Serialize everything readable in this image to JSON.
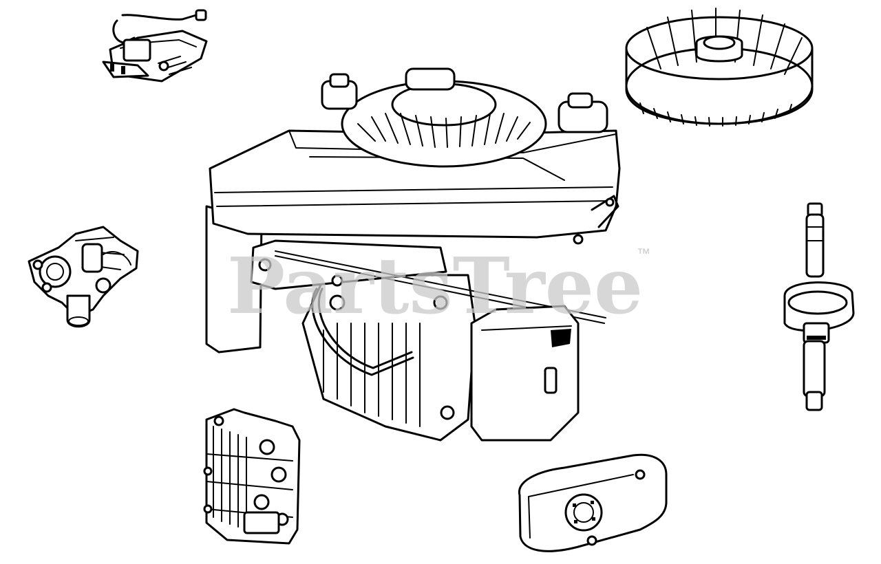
{
  "diagram": {
    "parts": [
      {
        "id": "ignition-armature",
        "label": ""
      },
      {
        "id": "carburetor",
        "label": ""
      },
      {
        "id": "cylinder-head",
        "label": ""
      },
      {
        "id": "engine-block",
        "label": ""
      },
      {
        "id": "air-filter-cover",
        "label": ""
      },
      {
        "id": "flywheel",
        "label": ""
      },
      {
        "id": "crankshaft",
        "label": ""
      }
    ]
  },
  "watermark": {
    "text": "PartsTree",
    "trademark": "™",
    "color": "#c9c9c9"
  },
  "colors": {
    "line": "#000000",
    "background": "#ffffff"
  }
}
